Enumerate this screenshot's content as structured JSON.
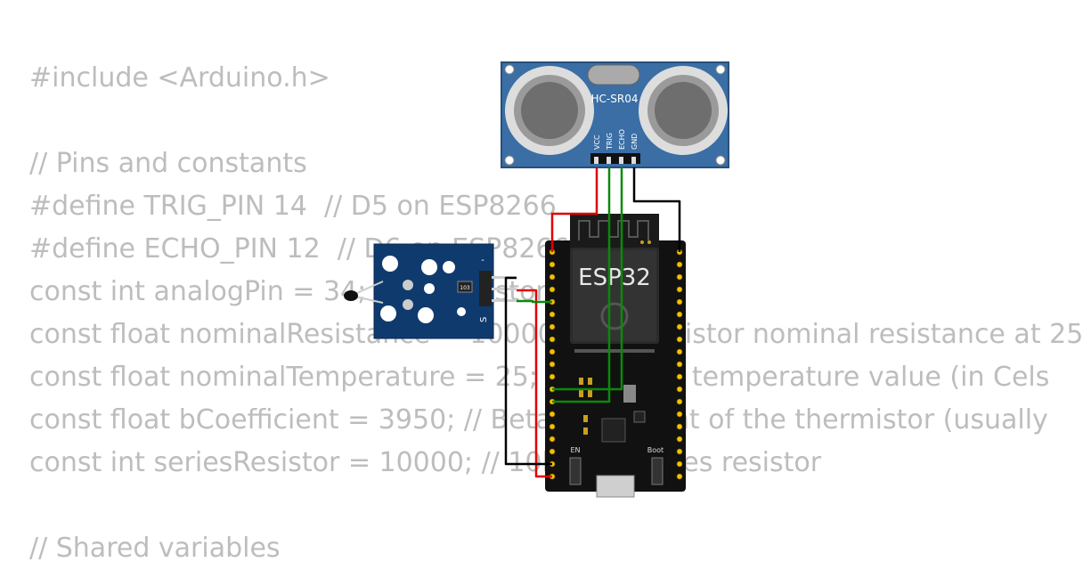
{
  "code": {
    "lines": [
      "#include <Arduino.h>",
      "",
      "// Pins and constants",
      "#define TRIG_PIN 14  // D5 on ESP8266",
      "#define ECHO_PIN 12  // D6 on ESP8266",
      "const int analogPin = 34; // Thermistor input",
      "const float nominalResistance = 10000; // Thermistor nominal resistance at 25",
      "const float nominalTemperature = 25; // Nominal temperature value (in Cels",
      "const float bCoefficient = 3950; // Beta coefficient of the thermistor (usually",
      "const int seriesResistor = 10000; // 10k ohm series resistor",
      "",
      "// Shared variables"
    ]
  },
  "components": {
    "ultrasonic": {
      "label": "HC-SR04",
      "pins": [
        "VCC",
        "TRIG",
        "ECHO",
        "GND"
      ]
    },
    "mcu": {
      "label": "ESP32",
      "buttons": [
        "EN",
        "Boot"
      ]
    },
    "thermistor_module": {
      "pin_signal": "S",
      "pin_ground": "-",
      "resistor_code": "103"
    }
  },
  "wires": [
    {
      "name": "vcc",
      "color": "#e00000"
    },
    {
      "name": "trig",
      "color": "#0a8a0a"
    },
    {
      "name": "echo",
      "color": "#0a8a0a"
    },
    {
      "name": "gnd",
      "color": "#000000"
    }
  ]
}
